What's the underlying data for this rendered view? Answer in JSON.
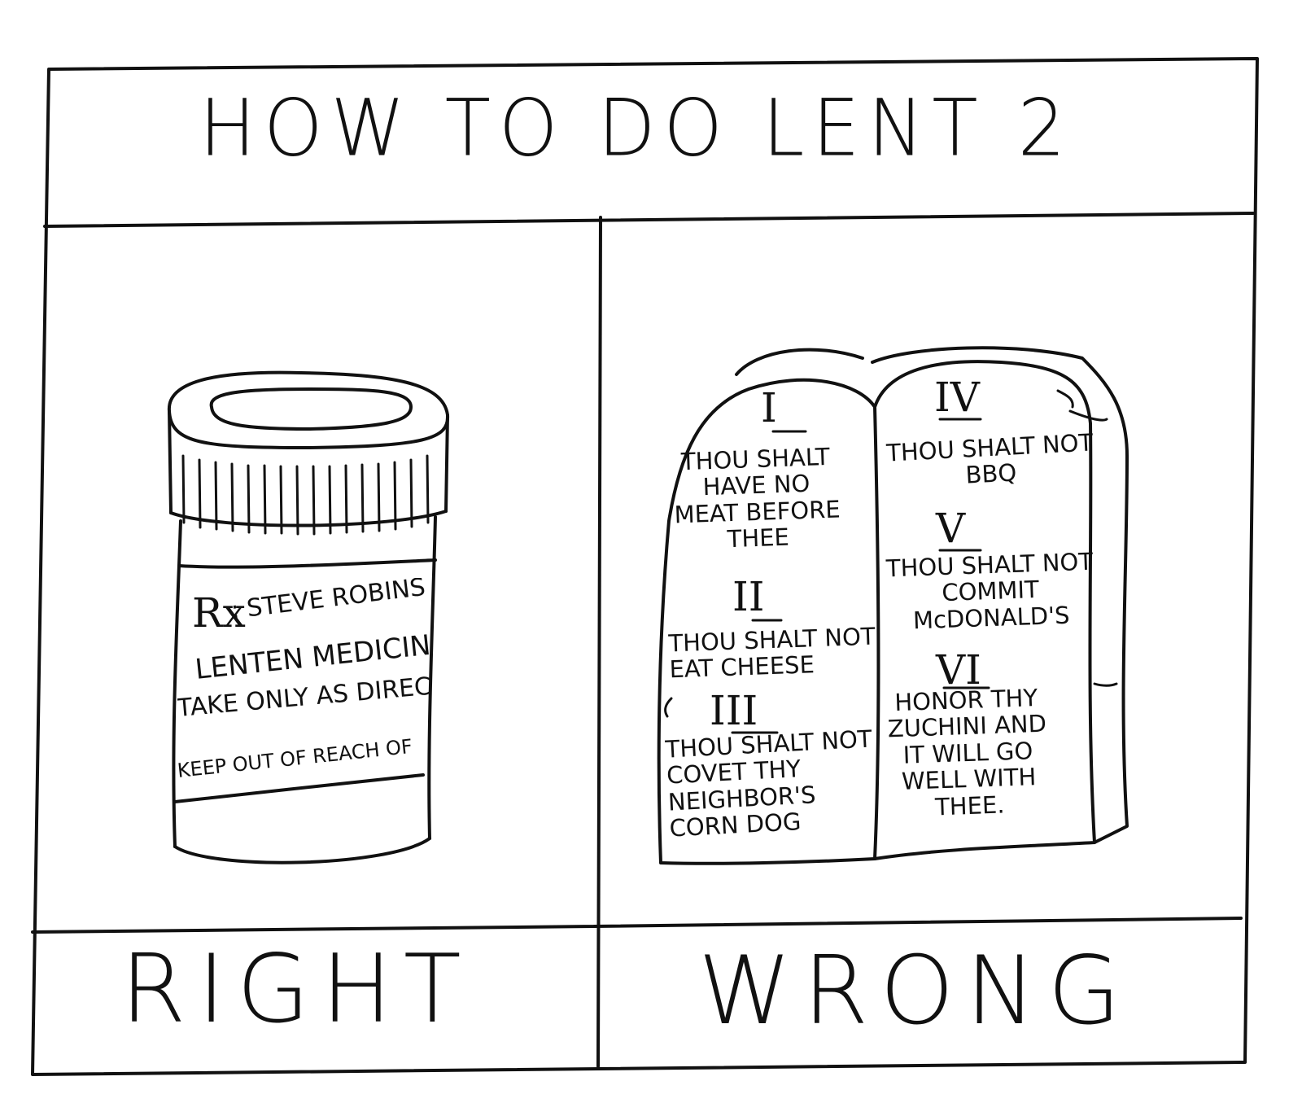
{
  "title": "HOW TO DO LENT 2",
  "left_panel": {
    "caption": "RIGHT",
    "bottle_label": {
      "rx": "Rx",
      "patient": ": STEVE ROBINS",
      "medicine": "LENTEN MEDICIN",
      "directions": "TAKE ONLY AS DIREC",
      "warning": "KEEP OUT OF REACH OF"
    }
  },
  "right_panel": {
    "caption": "WRONG",
    "commandments": [
      {
        "numeral": "I",
        "text": "THOU SHALT\nHAVE NO\nMEAT BEFORE\nTHEE"
      },
      {
        "numeral": "II",
        "text": "THOU SHALT NOT\nEAT CHEESE"
      },
      {
        "numeral": "III",
        "text": "THOU SHALT NOT\nCOVET THY\nNEIGHBOR'S\nCORN DOG"
      },
      {
        "numeral": "IV",
        "text": "THOU SHALT NOT\nBBQ"
      },
      {
        "numeral": "V",
        "text": "THOU SHALT NOT\nCOMMIT\nMcDONALD'S"
      },
      {
        "numeral": "VI",
        "text": "HONOR THY\nZUCHINI AND\nIT WILL GO\nWELL WITH\nTHEE."
      }
    ]
  }
}
